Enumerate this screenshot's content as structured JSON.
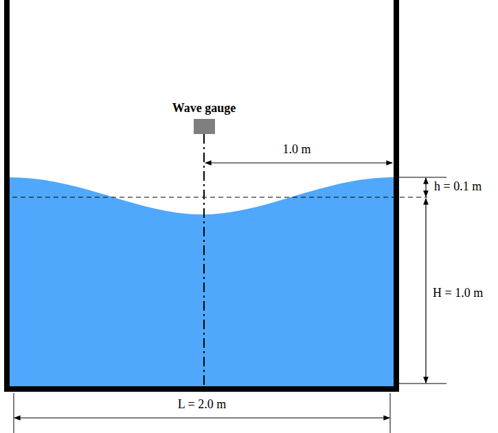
{
  "diagram": {
    "labels": [
      "Wave gauge",
      "1.0 m",
      "h = 0.1 m",
      "H = 1.0 m",
      "L = 2.0 m"
    ]
  }
}
